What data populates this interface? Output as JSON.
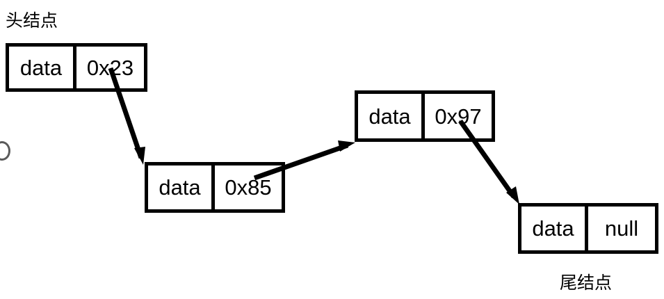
{
  "diagram": {
    "title_head": "头结点",
    "title_tail": "尾结点",
    "colors": {
      "stroke": "#000000",
      "text": "#000000",
      "background": "#ffffff",
      "edge_glyph": "#5a5a5a"
    },
    "nodes": [
      {
        "id": "node-1",
        "data_label": "data",
        "pointer_label": "0x23",
        "role": "head"
      },
      {
        "id": "node-2",
        "data_label": "data",
        "pointer_label": "0x85",
        "role": "middle"
      },
      {
        "id": "node-3",
        "data_label": "data",
        "pointer_label": "0x97",
        "role": "middle"
      },
      {
        "id": "node-4",
        "data_label": "data",
        "pointer_label": "null",
        "role": "tail"
      }
    ],
    "arrows": [
      {
        "id": "arrow-1",
        "from": "node-1",
        "to": "node-2"
      },
      {
        "id": "arrow-2",
        "from": "node-2",
        "to": "node-3"
      },
      {
        "id": "arrow-3",
        "from": "node-3",
        "to": "node-4"
      }
    ]
  }
}
